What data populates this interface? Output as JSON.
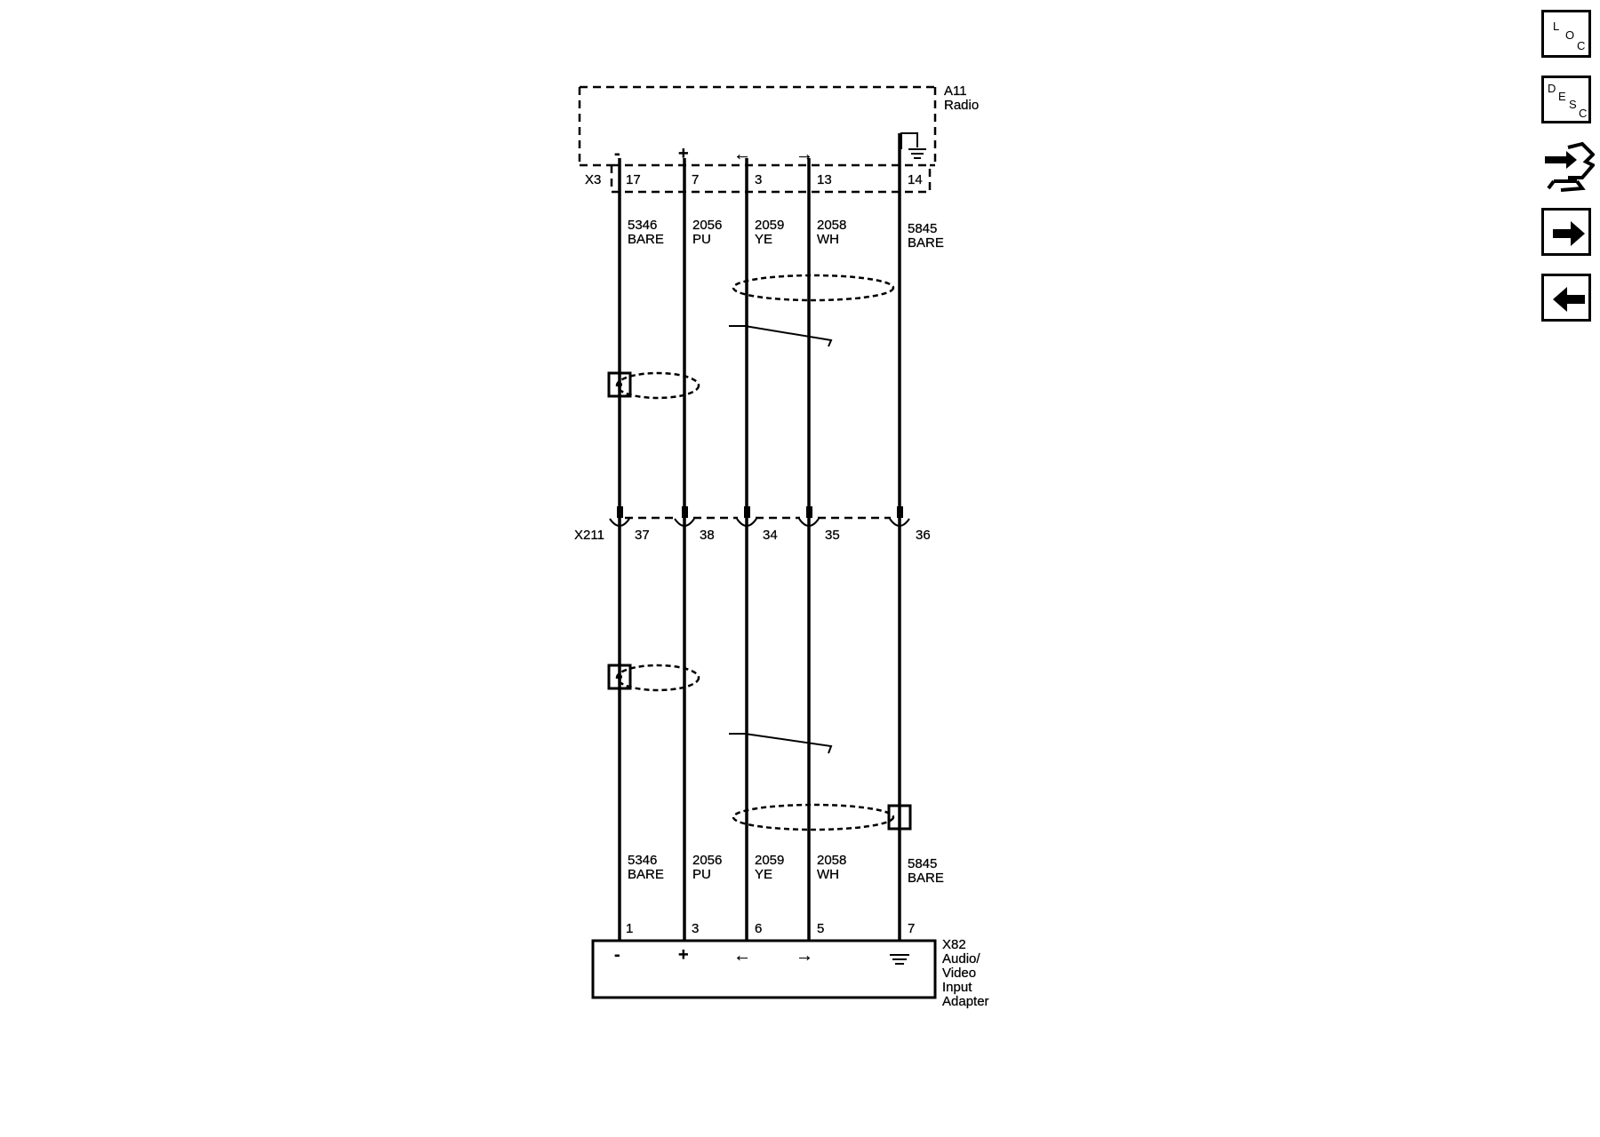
{
  "components": {
    "radio": {
      "ref": "A11",
      "name": "Radio",
      "connector": "X3"
    },
    "adapter": {
      "ref": "X82",
      "name_lines": [
        "Audio/",
        "Video",
        "Input",
        "Adapter"
      ]
    },
    "inline": {
      "ref": "X211"
    }
  },
  "circuits": [
    {
      "circuit": "5346",
      "color": "BARE",
      "x3_pin": "17",
      "x211_pin": "37",
      "x82_pin": "1",
      "symbol": "-"
    },
    {
      "circuit": "2056",
      "color": "PU",
      "x3_pin": "7",
      "x211_pin": "38",
      "x82_pin": "3",
      "symbol": "+"
    },
    {
      "circuit": "2059",
      "color": "YE",
      "x3_pin": "3",
      "x211_pin": "34",
      "x82_pin": "6",
      "symbol": "←"
    },
    {
      "circuit": "2058",
      "color": "WH",
      "x3_pin": "13",
      "x211_pin": "35",
      "x82_pin": "5",
      "symbol": "→"
    },
    {
      "circuit": "5845",
      "color": "BARE",
      "x3_pin": "14",
      "x211_pin": "36",
      "x82_pin": "7",
      "symbol": "ground"
    }
  ],
  "nav": {
    "loc": [
      "L",
      "O",
      "C"
    ],
    "desc": [
      "D",
      "E",
      "S",
      "C"
    ],
    "items": [
      "loc-button",
      "desc-button",
      "connector-end-view-button",
      "next-page-button",
      "previous-page-button"
    ]
  }
}
